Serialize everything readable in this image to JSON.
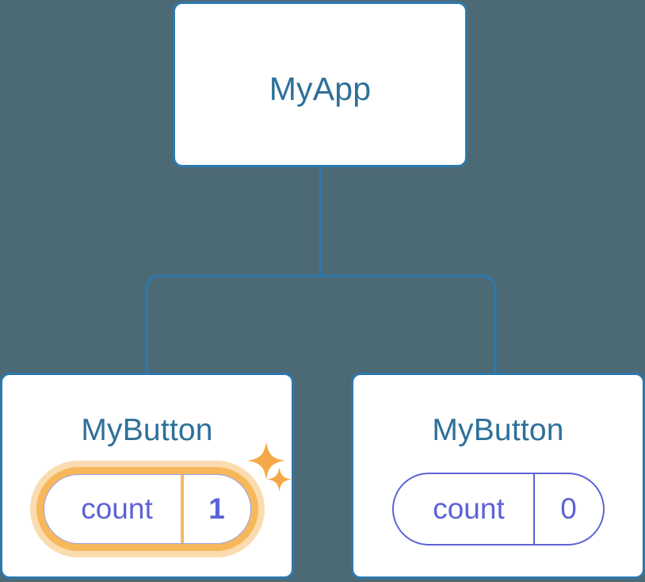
{
  "diagram": {
    "type": "component-tree",
    "background_color": "#4c6a76",
    "node_border_color": "#2d79ad",
    "node_title_color": "#2e7099",
    "state_color": "#5d62d6",
    "highlight_color": "#f7b85c",
    "highlight_glow_color": "#fbdcb0",
    "sparkle_color": "#f5a847"
  },
  "root": {
    "title": "MyApp"
  },
  "children": [
    {
      "title": "MyButton",
      "state": {
        "key": "count",
        "value": "1"
      },
      "highlighted": true,
      "sparkles": [
        {
          "name": "sparkle-large"
        },
        {
          "name": "sparkle-small"
        }
      ]
    },
    {
      "title": "MyButton",
      "state": {
        "key": "count",
        "value": "0"
      },
      "highlighted": false
    }
  ],
  "connectors": {
    "trunk_label": "root-to-bus",
    "branch_left_label": "bus-to-left-child",
    "branch_right_label": "bus-to-right-child"
  }
}
